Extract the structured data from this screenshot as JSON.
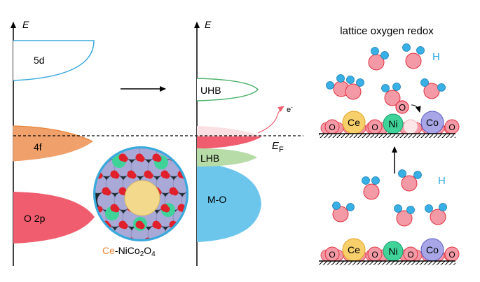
{
  "left_panel": {
    "axis_label": "E",
    "bands": {
      "d5": "5d",
      "f4": "4f",
      "o2p": "O 2p"
    },
    "material": {
      "prefix": "Ce",
      "rest": "-NiCo",
      "sub1": "2",
      "mid": "O",
      "sub2": "4"
    }
  },
  "middle_panel": {
    "axis_label": "E",
    "bands": {
      "uhb": "UHB",
      "lhb": "LHB",
      "mo": "M-O"
    },
    "fermi": {
      "main": "E",
      "sub": "F"
    },
    "electron": {
      "main": "e",
      "sup": "-"
    }
  },
  "right_panel": {
    "title": "lattice oxygen redox",
    "h_label_top": "H",
    "h_label_bottom": "H",
    "o_label": "O",
    "surface_top": [
      "O",
      "Ce",
      "O",
      "Ni",
      "",
      "Co",
      "O"
    ],
    "surface_bottom": [
      "O",
      "Ce",
      "O",
      "Ni",
      "O",
      "Co",
      "O"
    ]
  },
  "colors": {
    "band_5d": "#3aa9dc",
    "band_4f": "#f0a06a",
    "band_o2p": "#ef5d6e",
    "band_uhb": "#4db36b",
    "band_lhb": "#b8dca8",
    "band_mo": "#6cc6ec",
    "oxygen": "#f49aa6",
    "hydrogen": "#38b0e6",
    "ce": "#f7cf6b",
    "ni": "#3fd39a",
    "co": "#a8a6e6",
    "accent_orange": "#e8843a",
    "h_text": "#2ea6de"
  }
}
